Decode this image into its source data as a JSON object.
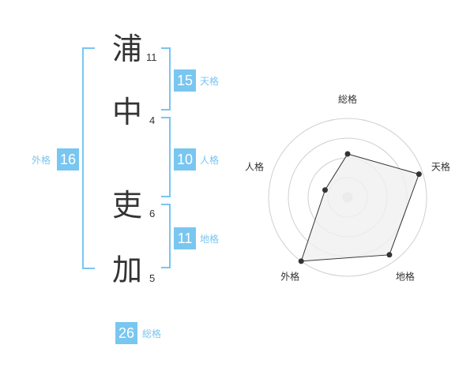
{
  "name_chars": [
    {
      "char": "浦",
      "strokes": "11"
    },
    {
      "char": "中",
      "strokes": "4"
    },
    {
      "char": "吏",
      "strokes": "6"
    },
    {
      "char": "加",
      "strokes": "5"
    }
  ],
  "fortunes": {
    "tenkaku": {
      "value": "15",
      "label": "天格"
    },
    "jinkaku": {
      "value": "10",
      "label": "人格"
    },
    "chikaku": {
      "value": "11",
      "label": "地格"
    },
    "gaikaku": {
      "value": "16",
      "label": "外格"
    },
    "soukaku": {
      "value": "26",
      "label": "総格"
    }
  },
  "radar": {
    "axes": [
      "総格",
      "天格",
      "地格",
      "外格",
      "人格"
    ],
    "values": [
      0.55,
      0.95,
      0.9,
      1.0,
      0.3
    ],
    "line_color": "#333333",
    "fill_color": "#f0f0f0",
    "ring_color": "#d0d0d0"
  },
  "colors": {
    "accent": "#79c6f0",
    "text": "#333333"
  }
}
